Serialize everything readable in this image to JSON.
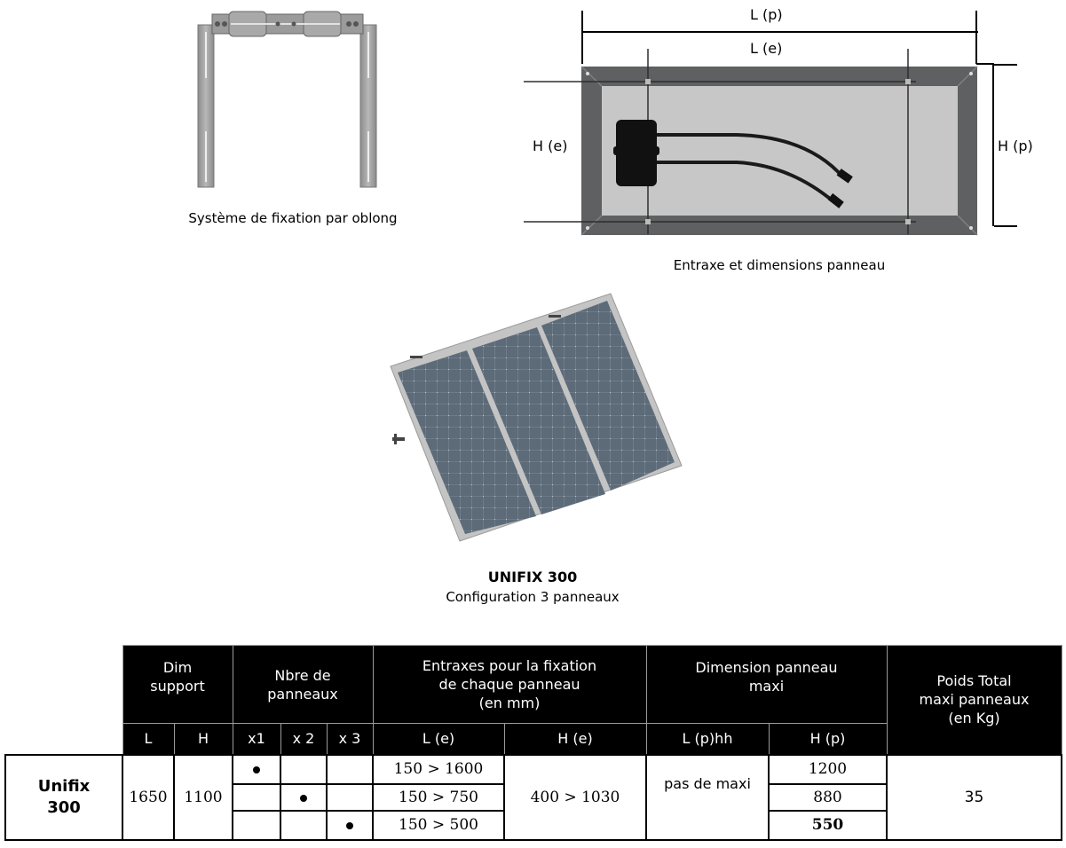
{
  "figures": {
    "bracket": {
      "caption": "Système de fixation par oblong"
    },
    "panel_dimensions": {
      "caption": "Entraxe et dimensions panneau",
      "labels": {
        "lp": "L (p)",
        "le": "L (e)",
        "he": "H (e)",
        "hp": "H (p)"
      }
    },
    "solar_array": {
      "title": "UNIFIX 300",
      "subtitle": "Configuration 3 panneaux"
    }
  },
  "table": {
    "header_groups": {
      "dim_support": "Dim support",
      "nbre_panneaux": "Nbre de panneaux",
      "entraxes": "Entraxes pour la fixation de chaque panneau (en mm)",
      "dimension_panneau": "Dimension  panneau maxi",
      "poids": "Poids Total maxi panneaux (en Kg)"
    },
    "header_lines": {
      "dim_support": [
        "Dim",
        "support"
      ],
      "nbre_panneaux": [
        "Nbre de",
        "panneaux"
      ],
      "entraxes": [
        "Entraxes pour la fixation",
        "de chaque panneau",
        "(en mm)"
      ],
      "dimension_panneau": [
        "Dimension  panneau",
        "maxi"
      ],
      "poids": [
        "Poids Total",
        "maxi panneaux",
        "(en Kg)"
      ]
    },
    "subheaders": {
      "L": "L",
      "H": "H",
      "x1": "x1",
      "x2": "x 2",
      "x3": "x 3",
      "le": "L (e)",
      "he": "H (e)",
      "lp": "L (p)hh",
      "hp": "H (p)"
    },
    "product": {
      "name_lines": [
        "Unifix",
        "300"
      ],
      "L": "1650",
      "H": "1100",
      "he": "400 > 1030",
      "lp": "pas de maxi",
      "poids": "35",
      "rows": [
        {
          "x1": true,
          "x2": false,
          "x3": false,
          "le": "150 > 1600",
          "hp": "1200",
          "hp_bold": false
        },
        {
          "x1": false,
          "x2": true,
          "x3": false,
          "le": "150 > 750",
          "hp": "880",
          "hp_bold": false
        },
        {
          "x1": false,
          "x2": false,
          "x3": true,
          "le": "150 > 500",
          "hp": "550",
          "hp_bold": true
        }
      ]
    }
  }
}
